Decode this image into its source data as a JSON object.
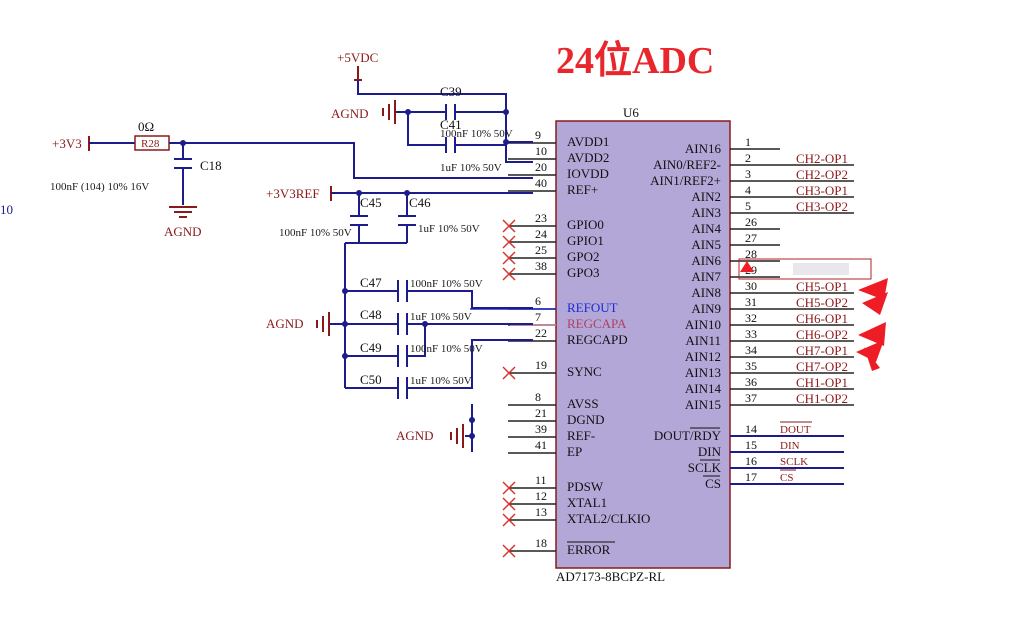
{
  "title": "24位ADC",
  "chip": {
    "ref": "U6",
    "part": "AD7173-8BCPZ-RL",
    "fill": "#b3a7d8",
    "stroke": "#8a1a1a",
    "left_pins": [
      {
        "num": "9",
        "name": "AVDD1",
        "nc": false
      },
      {
        "num": "10",
        "name": "AVDD2",
        "nc": false
      },
      {
        "num": "20",
        "name": "IOVDD",
        "nc": false
      },
      {
        "num": "40",
        "name": "REF+",
        "nc": false
      },
      {
        "num": "23",
        "name": "GPIO0",
        "nc": true
      },
      {
        "num": "24",
        "name": "GPIO1",
        "nc": true
      },
      {
        "num": "25",
        "name": "GPO2",
        "nc": true
      },
      {
        "num": "38",
        "name": "GPO3",
        "nc": true
      },
      {
        "num": "6",
        "name": "REFOUT",
        "nc": false,
        "style": "blue"
      },
      {
        "num": "7",
        "name": "REGCAPA",
        "nc": false,
        "style": "pink"
      },
      {
        "num": "22",
        "name": "REGCAPD",
        "nc": false
      },
      {
        "num": "19",
        "name": "SYNC",
        "nc": true
      },
      {
        "num": "8",
        "name": "AVSS",
        "nc": false
      },
      {
        "num": "21",
        "name": "DGND",
        "nc": false
      },
      {
        "num": "39",
        "name": "REF-",
        "nc": false
      },
      {
        "num": "41",
        "name": "EP",
        "nc": false
      },
      {
        "num": "11",
        "name": "PDSW",
        "nc": true
      },
      {
        "num": "12",
        "name": "XTAL1",
        "nc": true
      },
      {
        "num": "13",
        "name": "XTAL2/CLKIO",
        "nc": true
      },
      {
        "num": "18",
        "name": "ERROR",
        "nc": true,
        "overline": true
      }
    ],
    "right_pins": [
      {
        "num": "1",
        "name": "AIN16",
        "net": ""
      },
      {
        "num": "2",
        "name": "AIN0/REF2-",
        "net": "CH2-OP1"
      },
      {
        "num": "3",
        "name": "AIN1/REF2+",
        "net": "CH2-OP2"
      },
      {
        "num": "4",
        "name": "AIN2",
        "net": "CH3-OP1"
      },
      {
        "num": "5",
        "name": "AIN3",
        "net": "CH3-OP2"
      },
      {
        "num": "26",
        "name": "AIN4",
        "net": ""
      },
      {
        "num": "27",
        "name": "AIN5",
        "net": ""
      },
      {
        "num": "28",
        "name": "AIN6",
        "net": ""
      },
      {
        "num": "29",
        "name": "AIN7",
        "net": ""
      },
      {
        "num": "30",
        "name": "AIN8",
        "net": "CH5-OP1"
      },
      {
        "num": "31",
        "name": "AIN9",
        "net": "CH5-OP2"
      },
      {
        "num": "32",
        "name": "AIN10",
        "net": "CH6-OP1"
      },
      {
        "num": "33",
        "name": "AIN11",
        "net": "CH6-OP2"
      },
      {
        "num": "34",
        "name": "AIN12",
        "net": "CH7-OP1"
      },
      {
        "num": "35",
        "name": "AIN13",
        "net": "CH7-OP2"
      },
      {
        "num": "36",
        "name": "AIN14",
        "net": "CH1-OP1"
      },
      {
        "num": "37",
        "name": "AIN15",
        "net": "CH1-OP2"
      }
    ],
    "digital_pins": [
      {
        "num": "14",
        "name": "DOUT/RDY",
        "net": "DOUT"
      },
      {
        "num": "15",
        "name": "DIN",
        "net": "DIN"
      },
      {
        "num": "16",
        "name": "SCLK",
        "net": "SCLK"
      },
      {
        "num": "17",
        "name": "CS",
        "net": "CS"
      }
    ]
  },
  "power": {
    "v5": "+5VDC",
    "v33": "+3V3",
    "v33ref": "+3V3REF",
    "agnd": "AGND"
  },
  "components": {
    "r28": {
      "ref": "R28",
      "value": "0Ω"
    },
    "c18": {
      "ref": "C18",
      "value": "100nF (104) 10% 16V"
    },
    "c39": {
      "ref": "C39",
      "value": "100nF 10% 50V"
    },
    "c41": {
      "ref": "C41",
      "value": "1uF 10% 50V"
    },
    "c45": {
      "ref": "C45",
      "value": "100nF 10% 50V"
    },
    "c46": {
      "ref": "C46",
      "value": "1uF 10% 50V"
    },
    "c47": {
      "ref": "C47",
      "value": "100nF 10% 50V"
    },
    "c48": {
      "ref": "C48",
      "value": "1uF 10% 50V"
    },
    "c49": {
      "ref": "C49",
      "value": "100nF 10% 50V"
    },
    "c50": {
      "ref": "C50",
      "value": "1uF 10% 50V"
    }
  },
  "edge_fragment": "10",
  "colors": {
    "wire": "#1c1c8a",
    "net_label": "#8a1a1a",
    "title": "#e8262b",
    "no_connect": "#d8302a",
    "arrow": "#ee1c25"
  }
}
